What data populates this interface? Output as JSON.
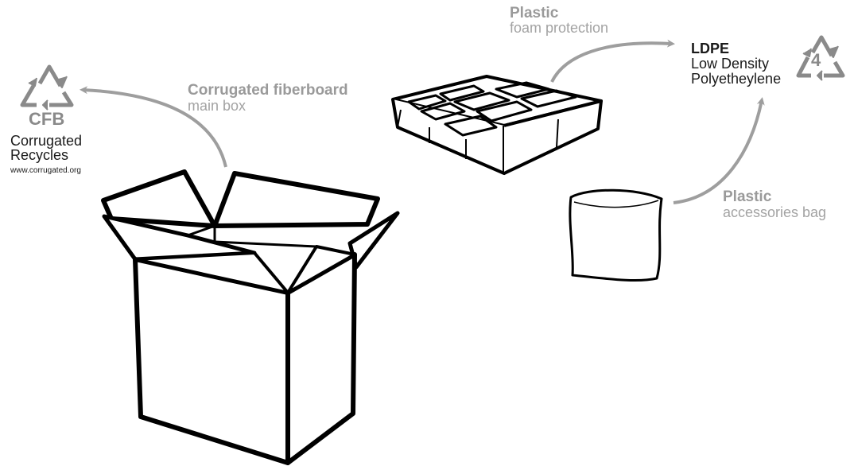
{
  "cfb_symbol": {
    "code": "CFB",
    "line1": "Corrugated",
    "line2": "Recycles",
    "url": "www.corrugated.org"
  },
  "box_label": {
    "title": "Corrugated fiberboard",
    "subtitle": "main box"
  },
  "foam_label": {
    "title": "Plastic",
    "subtitle": "foam protection"
  },
  "bag_label": {
    "title": "Plastic",
    "subtitle": "accessories bag"
  },
  "ldpe_symbol": {
    "number": "4",
    "code": "LDPE",
    "line1": "Low Density",
    "line2": "Polyetheylene"
  },
  "colors": {
    "arrow": "#9e9e9e",
    "outline": "#000000",
    "symbol": "#8a8a8a"
  }
}
